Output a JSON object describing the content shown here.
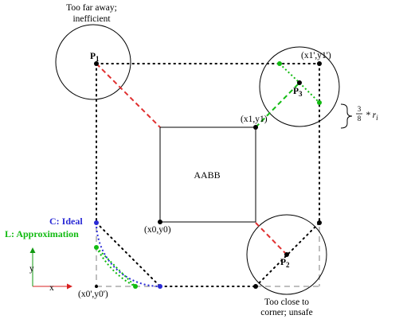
{
  "labels": {
    "too_far": [
      "Too far away;",
      "inefficient"
    ],
    "too_close": [
      "Too close to",
      "corner; unsafe"
    ],
    "aabb": "AABB",
    "corner_x0y0": "(x0,y0)",
    "corner_x1y1": "(x1,y1)",
    "corner_outer_x0y0": "(x0',y0')",
    "corner_outer_x1y1": "(x1',y1')",
    "p1": "P",
    "p1_sub": "1",
    "p2": "P",
    "p2_sub": "2",
    "p3": "P",
    "p3_sub": "3",
    "legend_c": "C: Ideal",
    "legend_l": "L: Approximation",
    "axis_x": "x",
    "axis_y": "y",
    "fraction_num": "3",
    "fraction_den": "8",
    "fraction_rest": "* r",
    "fraction_sub": "i"
  },
  "colors": {
    "ideal": "#2a2ad6",
    "approximation": "#11bb11",
    "distance": "#e03030",
    "axis_x": "#d82020",
    "axis_y": "#119911",
    "inner_corner_dashes": "#aaaaaa",
    "lines": "#000000"
  }
}
